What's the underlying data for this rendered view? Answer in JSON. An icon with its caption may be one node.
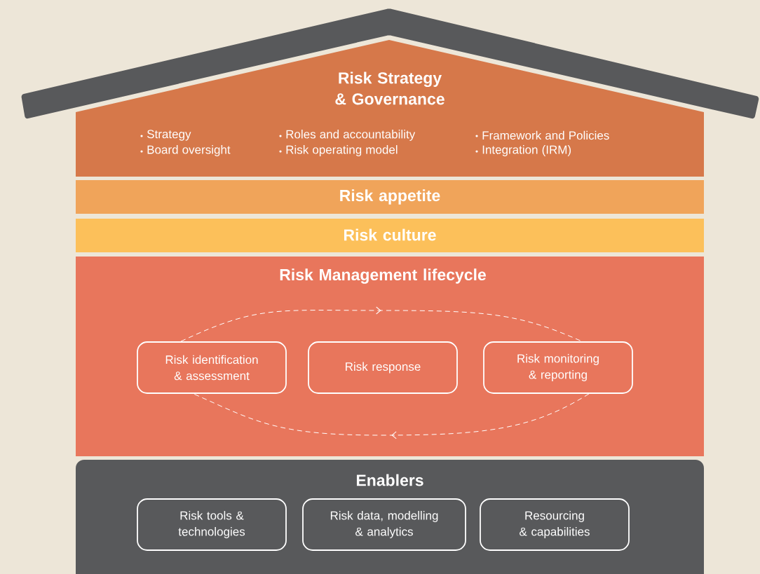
{
  "diagram": {
    "nodes": [
      {
        "text": [
          "Risk Strategy & Governance",
          "Strategy",
          "Board oversight",
          "Roles and accountability",
          "Risk operating model",
          "Framework and Policies",
          "Integration (IRM)"
        ]
      },
      {
        "text": [
          "Risk appetite"
        ]
      },
      {
        "text": [
          "Risk culture"
        ]
      },
      {
        "text": [
          "Risk Management lifecycle"
        ]
      },
      {
        "text": [
          "Risk identification & assessment"
        ],
        "in": 3
      },
      {
        "text": [
          "Risk response"
        ],
        "in": 3
      },
      {
        "text": [
          "Risk monitoring & reporting"
        ],
        "in": 3
      },
      {
        "text": [
          "Enablers"
        ]
      },
      {
        "text": [
          "Risk tools & technologies"
        ],
        "in": 7
      },
      {
        "text": [
          "Risk data, modelling & analytics"
        ],
        "in": 7
      },
      {
        "text": [
          "Resourcing & capabilities"
        ],
        "in": 7
      }
    ],
    "edges": [
      {
        "from": 4,
        "to": 6,
        "arrow": "to",
        "style": "dashed"
      },
      {
        "from": 6,
        "to": 4,
        "arrow": "to",
        "style": "dashed"
      }
    ]
  }
}
